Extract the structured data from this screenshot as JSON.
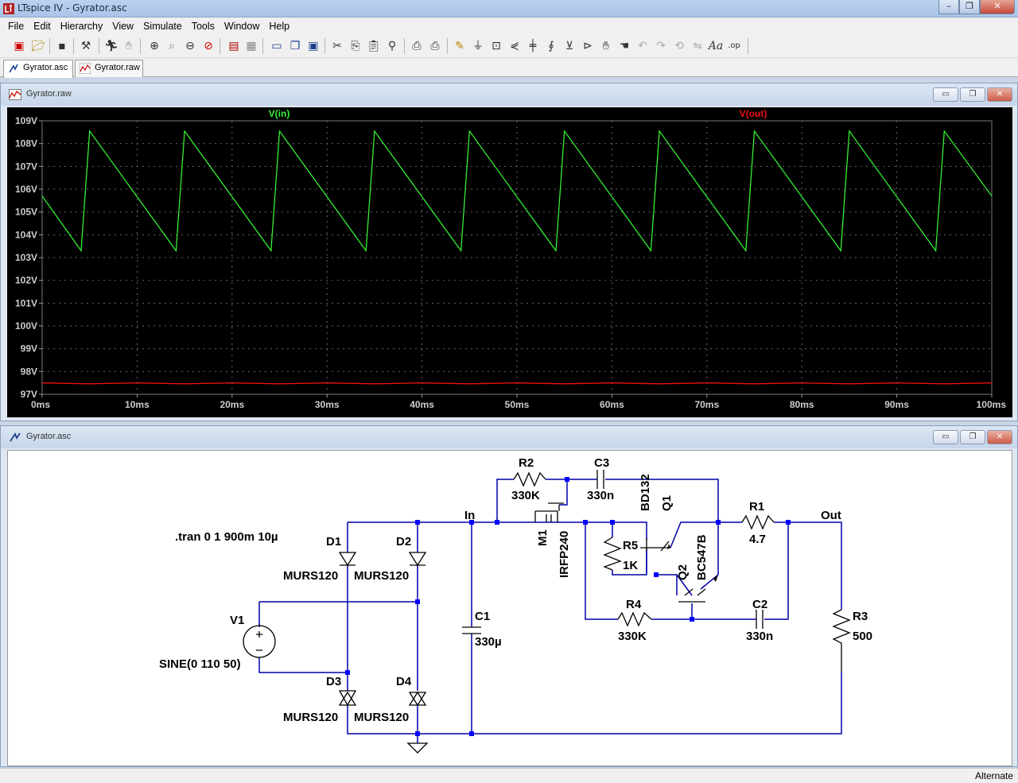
{
  "app": {
    "title": "LTspice IV - Gyrator.asc",
    "window_buttons": [
      "–",
      "❐",
      "✕"
    ]
  },
  "menu": [
    "File",
    "Edit",
    "Hierarchy",
    "View",
    "Simulate",
    "Tools",
    "Window",
    "Help"
  ],
  "toolbar_icons": [
    "new-schematic-icon",
    "open-icon",
    "save-icon",
    "control-panel-icon",
    "run-icon",
    "pan-icon",
    "zoom-in-icon",
    "zoom-area-icon",
    "zoom-out-icon",
    "zoom-cancel-icon",
    "autorange-icon",
    "grid-icon",
    "tile-horizontal-icon",
    "cascade-icon",
    "close-window-icon",
    "cut-icon",
    "copy-icon",
    "paste-icon",
    "find-icon",
    "print-setup-icon",
    "print-icon",
    "wire-icon",
    "ground-icon",
    "label-net-icon",
    "resistor-icon",
    "capacitor-icon",
    "inductor-icon",
    "diode-icon",
    "component-icon",
    "move-icon",
    "drag-icon",
    "undo-icon",
    "redo-icon",
    "rotate-icon",
    "mirror-icon",
    "text-icon",
    "spice-directive-icon"
  ],
  "tabs": [
    {
      "label": "Gyrator.asc",
      "icon": "schematic-icon",
      "active": true
    },
    {
      "label": "Gyrator.raw",
      "icon": "waveform-icon",
      "active": false
    }
  ],
  "waveform_window": {
    "title": "Gyrator.raw",
    "buttons": [
      "▭",
      "❐",
      "✕"
    ],
    "chart_data": {
      "type": "line",
      "x_range": [
        0,
        100
      ],
      "y_range": [
        97,
        109
      ],
      "x_ticks": [
        "0ms",
        "10ms",
        "20ms",
        "30ms",
        "40ms",
        "50ms",
        "60ms",
        "70ms",
        "80ms",
        "90ms",
        "100ms"
      ],
      "y_ticks": [
        "109V",
        "108V",
        "107V",
        "106V",
        "105V",
        "104V",
        "103V",
        "102V",
        "101V",
        "100V",
        "99V",
        "98V",
        "97V"
      ],
      "grid": true,
      "series": [
        {
          "name": "V(in)",
          "color": "#33ee33",
          "x": [
            0,
            4.1,
            5.0,
            14.1,
            15.0,
            24.1,
            25.0,
            34.1,
            35.0,
            44.1,
            45.0,
            54.1,
            55.0,
            64.1,
            65.0,
            74.1,
            75.0,
            84.1,
            85.0,
            94.1,
            95.0,
            100
          ],
          "y": [
            105.7,
            103.3,
            108.55,
            103.3,
            108.55,
            103.3,
            108.55,
            103.3,
            108.55,
            103.3,
            108.55,
            103.3,
            108.55,
            103.3,
            108.55,
            103.3,
            108.55,
            103.3,
            108.55,
            103.3,
            108.55,
            105.7
          ]
        },
        {
          "name": "V(out)",
          "color": "#ee1111",
          "x": [
            0,
            5,
            10,
            15,
            20,
            25,
            30,
            35,
            40,
            45,
            50,
            55,
            60,
            65,
            70,
            75,
            80,
            85,
            90,
            95,
            100
          ],
          "y": [
            97.5,
            97.46,
            97.5,
            97.46,
            97.5,
            97.46,
            97.5,
            97.46,
            97.5,
            97.46,
            97.5,
            97.46,
            97.5,
            97.46,
            97.5,
            97.46,
            97.5,
            97.46,
            97.5,
            97.46,
            97.5
          ]
        }
      ]
    }
  },
  "schematic_window": {
    "title": "Gyrator.asc",
    "buttons": [
      "▭",
      "❐",
      "✕"
    ],
    "directive": ".tran 0 1 900m 10µ",
    "components": {
      "V1": {
        "ref": "V1",
        "value": "SINE(0 110 50)"
      },
      "D1": {
        "ref": "D1",
        "value": "MURS120"
      },
      "D2": {
        "ref": "D2",
        "value": "MURS120"
      },
      "D3": {
        "ref": "D3",
        "value": "MURS120"
      },
      "D4": {
        "ref": "D4",
        "value": "MURS120"
      },
      "C1": {
        "ref": "C1",
        "value": "330µ"
      },
      "R2": {
        "ref": "R2",
        "value": "330K"
      },
      "C3": {
        "ref": "C3",
        "value": "330n"
      },
      "M1": {
        "ref": "M1",
        "value": "IRFP240"
      },
      "Q1": {
        "ref": "Q1",
        "value": "BD132"
      },
      "Q2": {
        "ref": "Q2",
        "value": "BC547B"
      },
      "R5": {
        "ref": "R5",
        "value": "1K"
      },
      "R4": {
        "ref": "R4",
        "value": "330K"
      },
      "C2": {
        "ref": "C2",
        "value": "330n"
      },
      "R1": {
        "ref": "R1",
        "value": "4.7"
      },
      "R3": {
        "ref": "R3",
        "value": "500"
      }
    },
    "net_labels": {
      "in": "In",
      "out": "Out"
    },
    "colors": {
      "wire": "#0000aa",
      "junction": "#0000ff",
      "part": "#000000"
    }
  },
  "status": {
    "text": "Alternate"
  }
}
